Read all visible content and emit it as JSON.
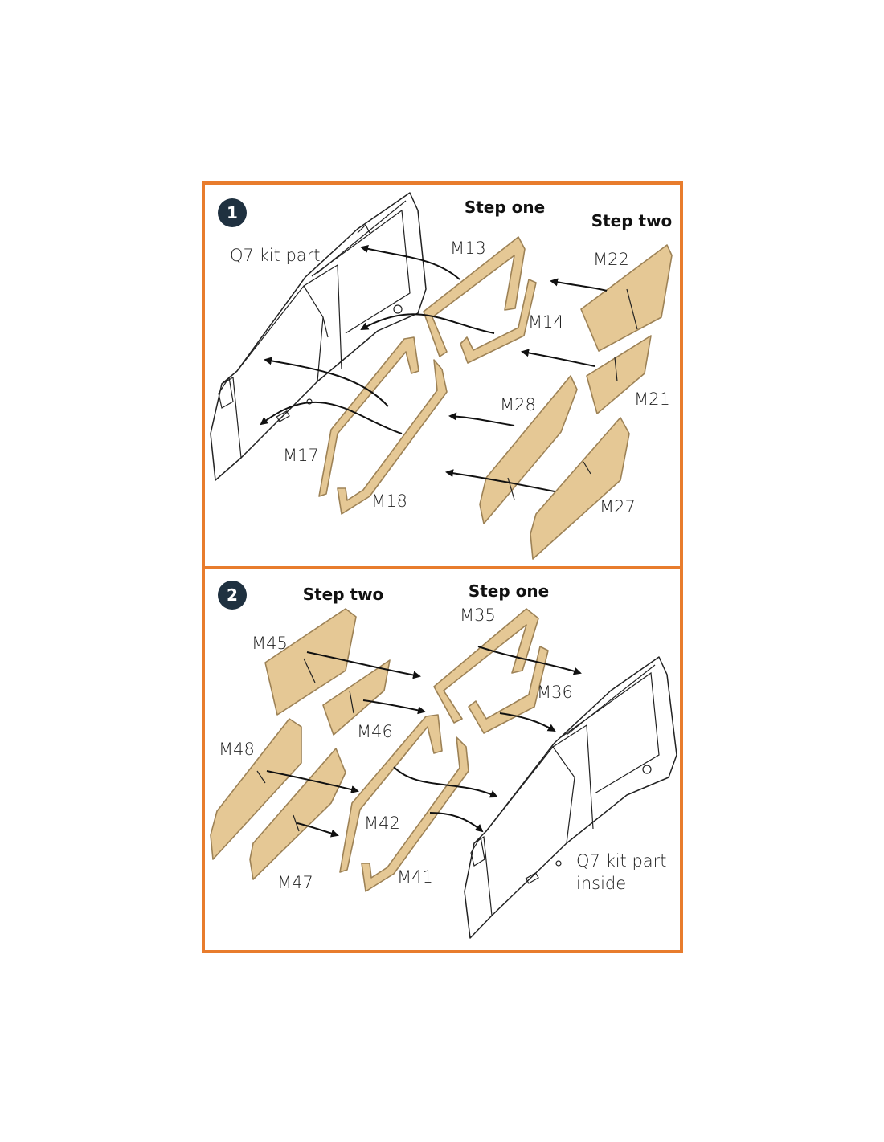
{
  "colors": {
    "border": "#e87c2d",
    "mask": "#e5c895",
    "badge": "#1f3140"
  },
  "panels": [
    {
      "number": "1",
      "headers": {
        "step_one": "Step one",
        "step_two": "Step two"
      },
      "kit_part": "Q7 kit part",
      "parts": [
        "M13",
        "M14",
        "M17",
        "M18",
        "M22",
        "M21",
        "M28",
        "M27"
      ]
    },
    {
      "number": "2",
      "headers": {
        "step_two": "Step two",
        "step_one": "Step one"
      },
      "kit_part_line1": "Q7 kit part",
      "kit_part_line2": "inside",
      "parts": [
        "M35",
        "M36",
        "M45",
        "M46",
        "M48",
        "M42",
        "M41",
        "M47"
      ]
    }
  ]
}
